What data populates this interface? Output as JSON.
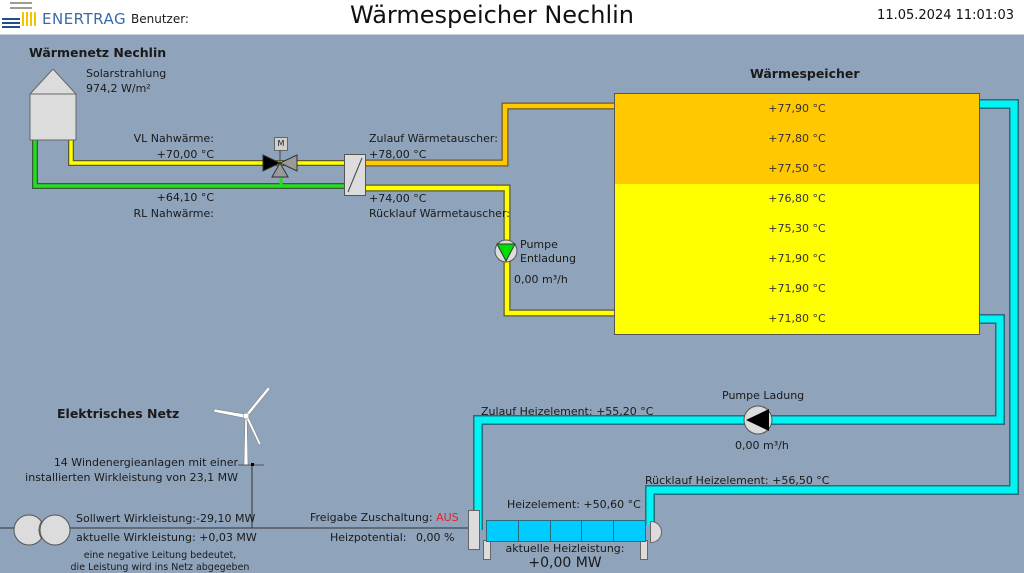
{
  "header": {
    "logo_text": "ENERTRAG",
    "user_label": "Benutzer:",
    "title": "Wärmespeicher Nechlin",
    "datetime": "11.05.2024 11:01:03",
    "menu_icon": "hamburger-menu-icon"
  },
  "heat_network": {
    "title": "Wärmenetz Nechlin",
    "solar_label": "Solarstrahlung",
    "solar_value": "974,2 W/m²",
    "vl_label": "VL Nahwärme:",
    "vl_value": "+70,00 °C",
    "rl_value": "+64,10 °C",
    "rl_label": "RL Nahwärme:",
    "valve_motor_label": "M"
  },
  "heat_exchanger": {
    "inflow_label": "Zulauf Wärmetauscher:",
    "inflow_value": "+78,00 °C",
    "return_value": "+74,00 °C",
    "return_label": "Rücklauf Wärmetauscher:"
  },
  "discharge_pump": {
    "label_line1": "Pumpe",
    "label_line2": "Entladung",
    "flow": "0,00 m³/h",
    "status_color": "#00dd00"
  },
  "storage": {
    "title": "Wärmespeicher",
    "layers": [
      {
        "value": "+77,90 °C",
        "color": "#ffc800"
      },
      {
        "value": "+77,80 °C",
        "color": "#ffc800"
      },
      {
        "value": "+77,50 °C",
        "color": "#ffc800"
      },
      {
        "value": "+76,80 °C",
        "color": "#ffff00"
      },
      {
        "value": "+75,30 °C",
        "color": "#ffff00"
      },
      {
        "value": "+71,90 °C",
        "color": "#ffff00"
      },
      {
        "value": "+71,90 °C",
        "color": "#ffff00"
      },
      {
        "value": "+71,80 °C",
        "color": "#ffff00"
      }
    ]
  },
  "charge_pump": {
    "label": "Pumpe Ladung",
    "flow": "0,00 m³/h"
  },
  "heater": {
    "inflow_label": "Zulauf Heizelement: +55,20 °C",
    "return_label": "Rücklauf Heizelement: +56,50 °C",
    "element_label": "Heizelement: +50,60 °C",
    "power_label": "aktuelle Heizleistung:",
    "power_value": "+0,00 MW"
  },
  "electrical": {
    "title": "Elektrisches Netz",
    "wind_line1": "14 Windenergieanlagen mit einer",
    "wind_line2": "installierten Wirkleistung von 23,1 MW",
    "setpoint": "Sollwert Wirkleistung:-29,10 MW",
    "actual": "aktuelle Wirkleistung: +0,03 MW",
    "note_line1": "eine negative Leitung bedeutet,",
    "note_line2": "die Leistung wird ins Netz abgegeben",
    "release_label": "Freigabe Zuschaltung:",
    "release_value": "AUS",
    "release_color": "#e8202a",
    "potential_label": "Heizpotential:",
    "potential_value": "0,00 %"
  },
  "colors": {
    "background": "#8fa3bb",
    "pipe_hot": "#ffc800",
    "pipe_warm": "#ffff00",
    "pipe_return": "#22dd22",
    "pipe_cold": "#00f0f0"
  }
}
